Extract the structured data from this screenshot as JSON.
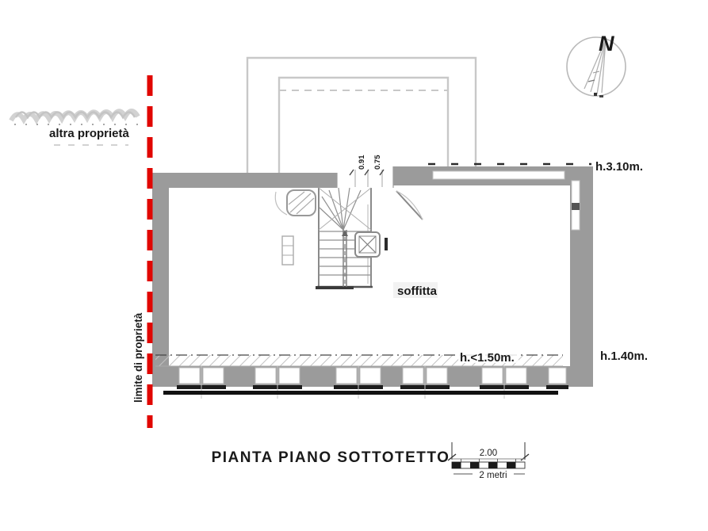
{
  "plan": {
    "title": "PIANTA PIANO SOTTOTETTO",
    "room_label": "soffitta",
    "boundary": {
      "other_property_label": "altra proprietà",
      "property_limit_label": "limite di proprietà"
    },
    "heights": {
      "top_right": "h.3.10m.",
      "bottom_right": "h.1.40m.",
      "bottom_inner": "h.<1.50m."
    },
    "dimensions": {
      "stair_opening_left": "0.91",
      "stair_opening_right": "0.75"
    },
    "compass": {
      "north_label": "N"
    },
    "scale_bar": {
      "length_label": "2.00",
      "caption": "2 metri"
    },
    "colors": {
      "wall": "#9b9b9b",
      "property_line": "#e10600",
      "light_outline": "#c8c8c8",
      "hatch": "#c3c3c3",
      "text": "#1a1a1a"
    }
  }
}
